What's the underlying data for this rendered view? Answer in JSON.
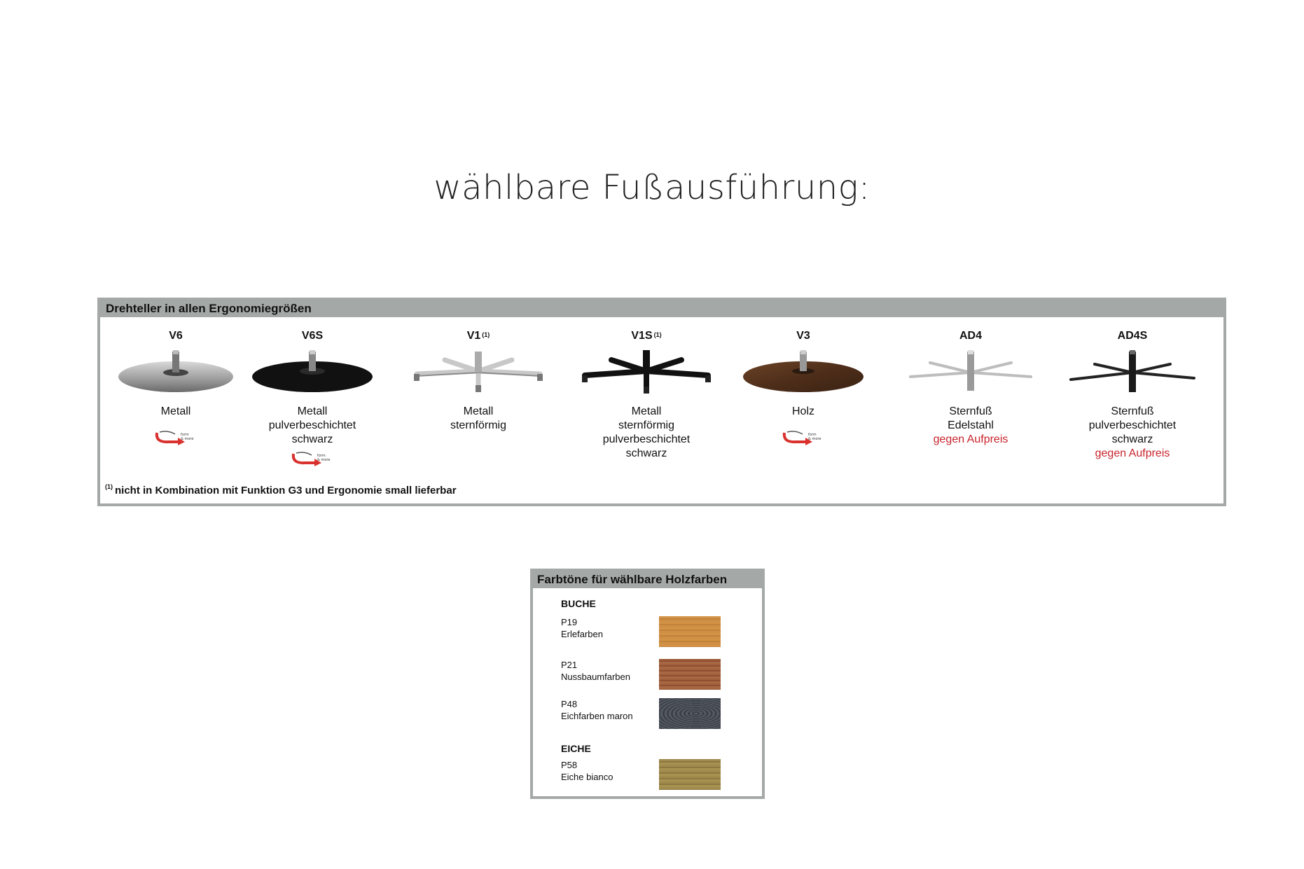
{
  "page": {
    "title": "wählbare Fußausführung:"
  },
  "base_panel": {
    "header": "Drehteller in allen Ergonomiegrößen",
    "items": [
      {
        "code": "V6",
        "note": "",
        "desc": [
          "Metall"
        ],
        "price": "",
        "badge": true
      },
      {
        "code": "V6S",
        "note": "",
        "desc": [
          "Metall",
          "pulverbeschichtet",
          "schwarz"
        ],
        "price": "",
        "badge": true
      },
      {
        "code": "V1",
        "note": "(1)",
        "desc": [
          "Metall",
          "sternförmig"
        ],
        "price": "",
        "badge": false
      },
      {
        "code": "V1S",
        "note": "(1)",
        "desc": [
          "Metall",
          "sternförmig",
          "pulverbeschichtet",
          "schwarz"
        ],
        "price": "",
        "badge": false
      },
      {
        "code": "V3",
        "note": "",
        "desc": [
          "Holz"
        ],
        "price": "",
        "badge": true
      },
      {
        "code": "AD4",
        "note": "",
        "desc": [
          "Sternfuß",
          "Edelstahl"
        ],
        "price": "gegen Aufpreis",
        "badge": false
      },
      {
        "code": "AD4S",
        "note": "",
        "desc": [
          "Sternfuß",
          "pulverbeschichtet",
          "schwarz"
        ],
        "price": "gegen Aufpreis",
        "badge": false
      }
    ],
    "footnote_mark": "(1)",
    "footnote": "nicht in Kombination mit Funktion G3 und Ergonomie small lieferbar"
  },
  "wood_panel": {
    "header": "Farbtöne für wählbare Holzfarben",
    "groups": [
      {
        "label": "BUCHE",
        "swatches": [
          {
            "code": "P19",
            "name": "Erlefarben",
            "color": "#c98a3e"
          },
          {
            "code": "P21",
            "name": "Nussbaumfarben",
            "color": "#9b5a3a"
          },
          {
            "code": "P48",
            "name": "Eichfarben maron",
            "color": "#4a4f58"
          }
        ]
      },
      {
        "label": "EICHE",
        "swatches": [
          {
            "code": "P58",
            "name": "Eiche bianco",
            "color": "#9c8648"
          }
        ]
      }
    ]
  }
}
